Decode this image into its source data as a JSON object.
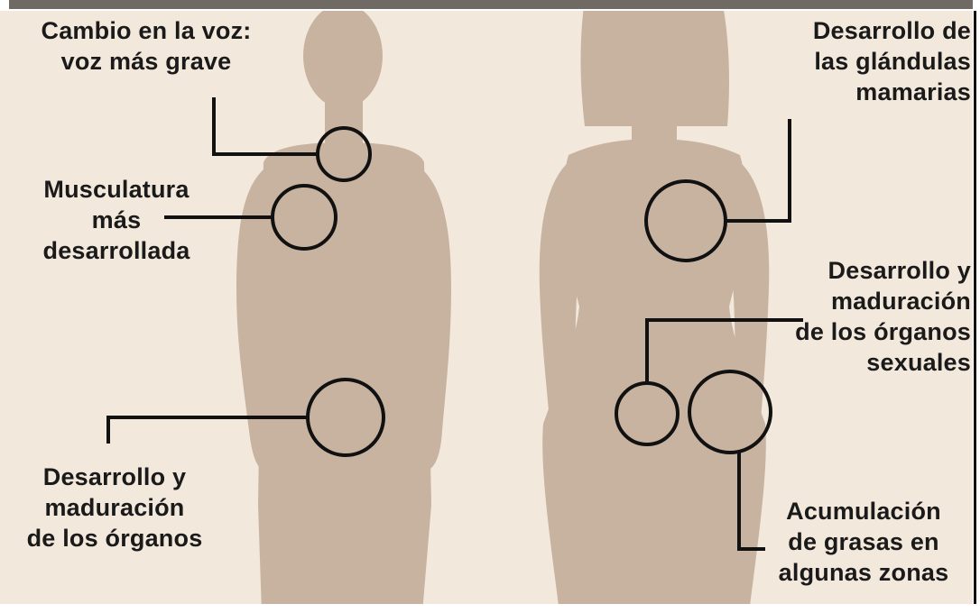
{
  "colors": {
    "background": "#f3e8dc",
    "silhouette": "#c8b3a0",
    "callout_line": "#111111",
    "label_text": "#1a1a1a"
  },
  "silhouettes": [
    "male-body-silhouette",
    "female-body-silhouette"
  ],
  "labels": {
    "voice": "Cambio en la voz:\nvoz más grave",
    "muscle": "Musculatura\nmás\ndesarrollada",
    "organs_male": "Desarrollo y\nmaduración\nde los órganos",
    "mammary": "Desarrollo de\nlas glándulas\nmamarias",
    "organs_female": "Desarrollo y\nmaduración\nde los órganos\nsexuales",
    "fat": "Acumulación\nde grasas en\nalgunas zonas"
  }
}
